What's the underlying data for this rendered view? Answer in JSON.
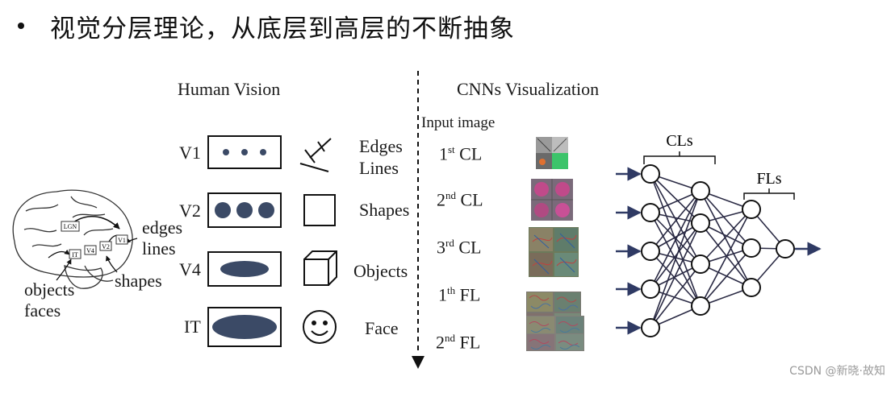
{
  "header": {
    "title": "视觉分层理论，从底层到高层的不断抽象"
  },
  "human_vision": {
    "heading": "Human Vision",
    "levels": [
      {
        "area": "V1",
        "feature": "Edges\nLines"
      },
      {
        "area": "V2",
        "feature": "Shapes"
      },
      {
        "area": "V4",
        "feature": "Objects"
      },
      {
        "area": "IT",
        "feature": "Face"
      }
    ],
    "brain_labels": {
      "edges_lines": "edges\nlines",
      "shapes": "shapes",
      "objects_faces": "objects\nfaces",
      "lgn": "LGN",
      "it": "IT",
      "v4": "V4",
      "v2": "V2",
      "v1": "V1"
    }
  },
  "cnn": {
    "heading": "CNNs Visualization",
    "input_label": "Input image",
    "layers": [
      {
        "num": "1",
        "sup": "st",
        "type": "CL"
      },
      {
        "num": "2",
        "sup": "nd",
        "type": "CL"
      },
      {
        "num": "3",
        "sup": "rd",
        "type": "CL"
      },
      {
        "num": "1",
        "sup": "th",
        "type": "FL"
      },
      {
        "num": "2",
        "sup": "nd",
        "type": "FL"
      }
    ],
    "cls_label": "CLs",
    "fls_label": "FLs"
  },
  "colors": {
    "ellipse_fill": "#3b4a66",
    "arrow": "#2f3a64",
    "text": "#1a1a1a"
  },
  "watermark": "CSDN @新晓·故知"
}
